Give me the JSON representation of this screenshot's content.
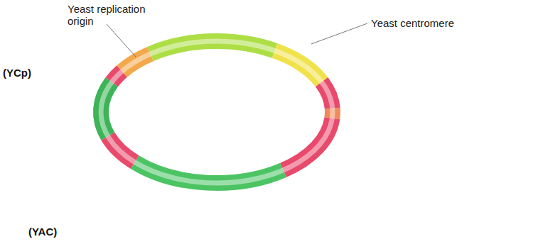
{
  "diagram": {
    "labels": [
      "Yeast replication origin",
      "Yeast centromere",
      "(YCp)",
      "(YAC)"
    ]
  }
}
